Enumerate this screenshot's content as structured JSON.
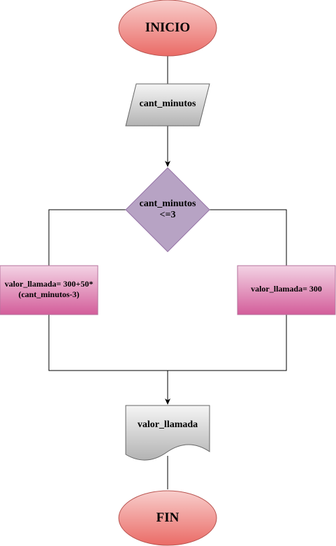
{
  "colors": {
    "terminal_top": "#f8cecc",
    "terminal_bottom": "#ea6b66",
    "terminal_stroke": "#b85450",
    "io_top": "#f5f5f5",
    "io_bottom": "#b3b3b3",
    "io_stroke": "#666666",
    "decision_fill": "#b7a3c4",
    "decision_stroke": "#9673a6",
    "process_top": "#f3d3e4",
    "process_bottom": "#d35d9a",
    "process_stroke": "#b5739d",
    "edge": "#000000"
  },
  "nodes": {
    "start": {
      "label": "INICIO"
    },
    "input": {
      "label": "cant_minutos"
    },
    "decision": {
      "line1": "cant_minutos",
      "line2": "<=3"
    },
    "process_left": {
      "line1": "valor_llamada= 300+50*",
      "line2": "(cant_minutos-3)"
    },
    "process_right": {
      "label": "valor_llamada= 300"
    },
    "output": {
      "label": "valor_llamada"
    },
    "end": {
      "label": "FIN"
    }
  }
}
